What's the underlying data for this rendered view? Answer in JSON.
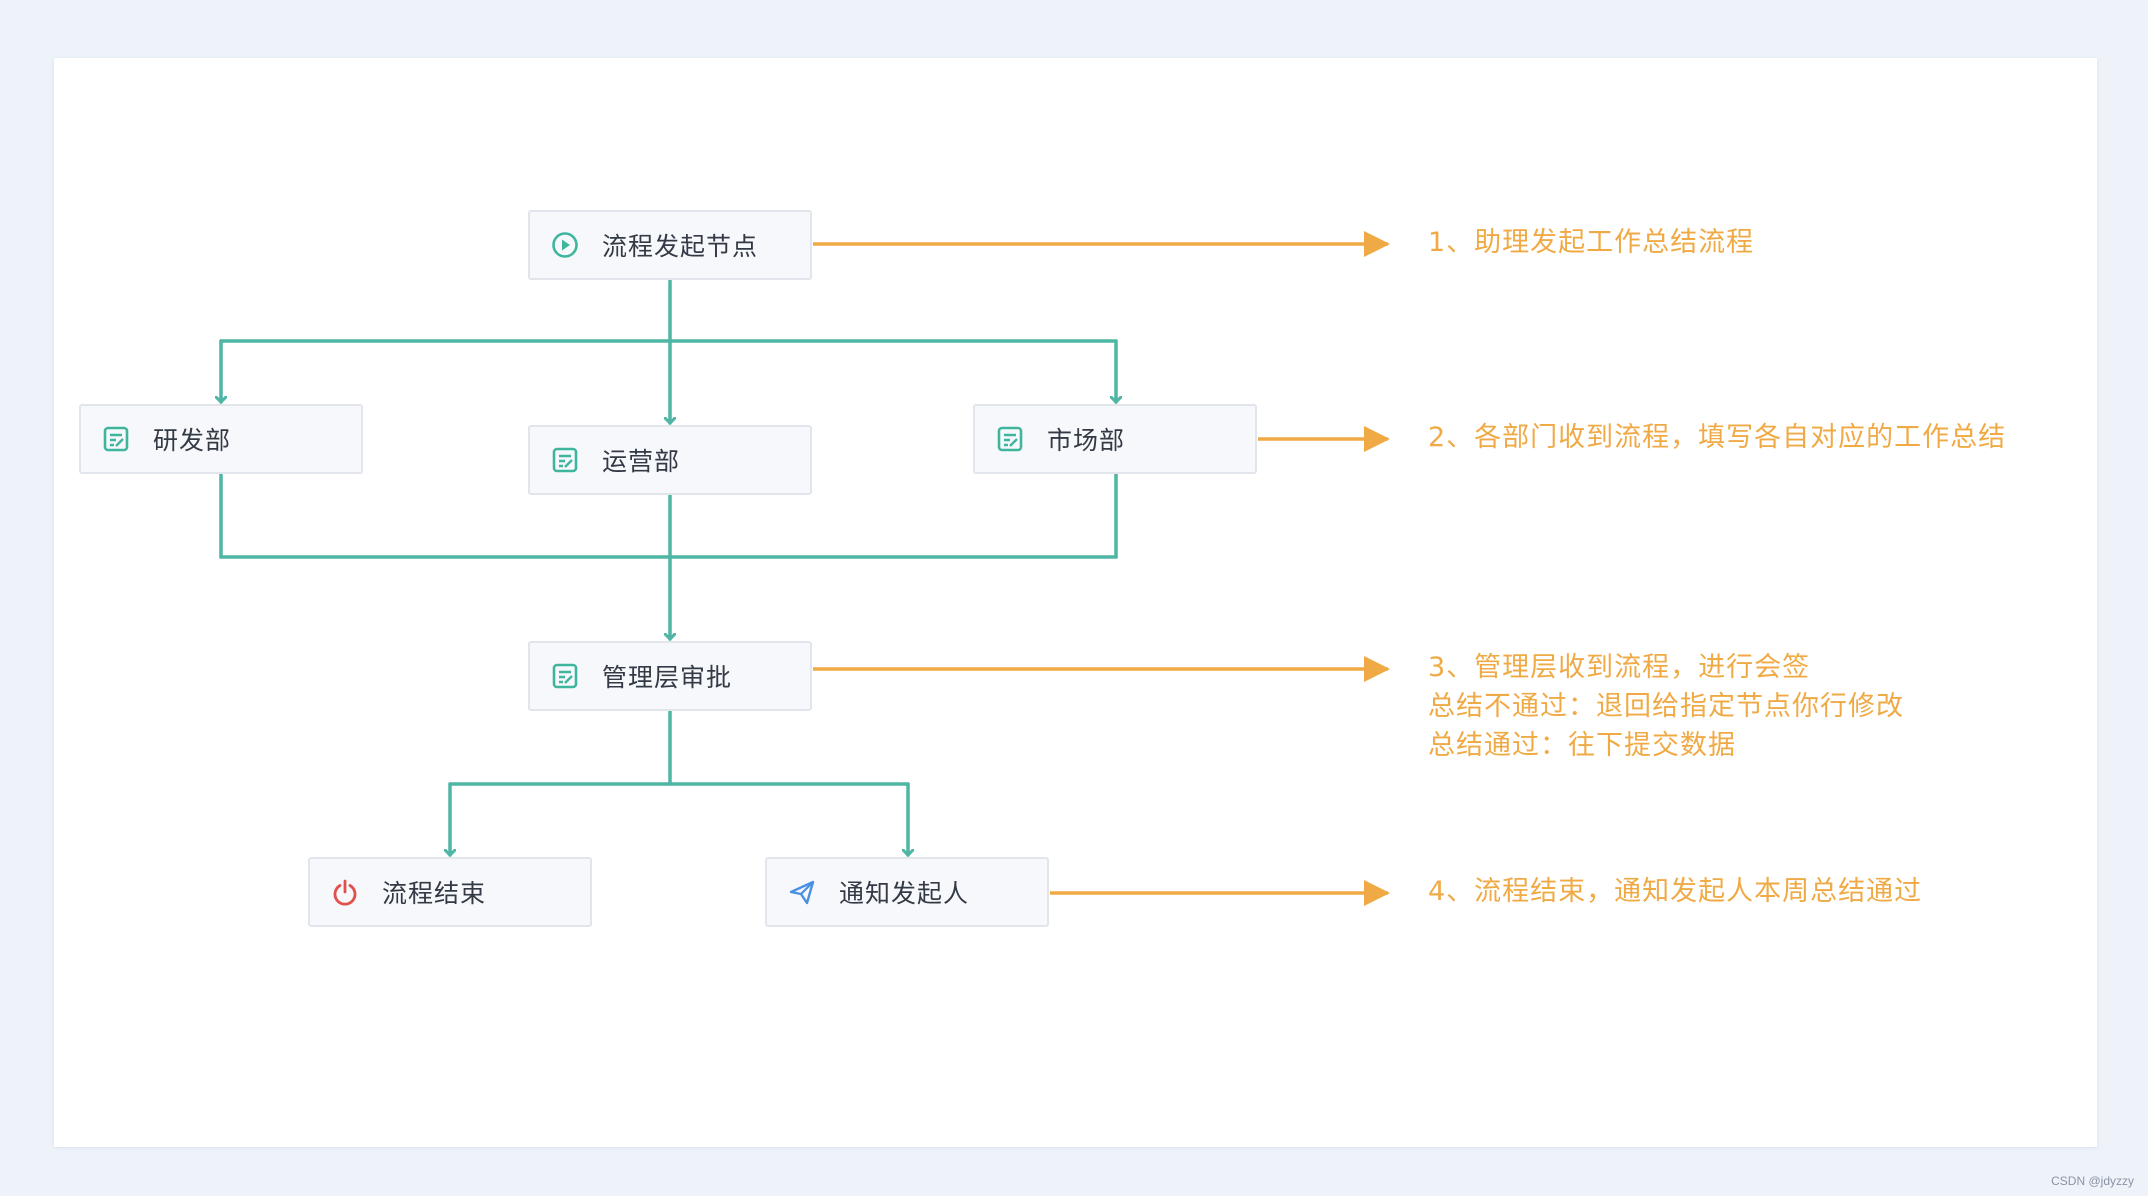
{
  "nodes": {
    "start": "流程发起节点",
    "rd": "研发部",
    "ops": "运营部",
    "market": "市场部",
    "mgmt": "管理层审批",
    "end": "流程结束",
    "notify": "通知发起人"
  },
  "notes": {
    "step1": "1、助理发起工作总结流程",
    "step2": "2、各部门收到流程，填写各自对应的工作总结",
    "step3": [
      "3、管理层收到流程，进行会签",
      "总结不通过：退回给指定节点你行修改",
      "总结通过：往下提交数据"
    ],
    "step4": "4、流程结束，通知发起人本周总结通过"
  },
  "watermark": "CSDN @jdyzzy",
  "colors": {
    "connector": "#4fb5a4",
    "note_arrow": "#f0aa45",
    "note_text": "#f0aa45",
    "end_icon": "#e0504c",
    "notify_icon": "#4a90e2",
    "form_icon": "#3fb59d"
  },
  "icons": {
    "start": "play-circle-icon",
    "form": "form-icon",
    "end": "power-icon",
    "notify": "send-icon"
  }
}
